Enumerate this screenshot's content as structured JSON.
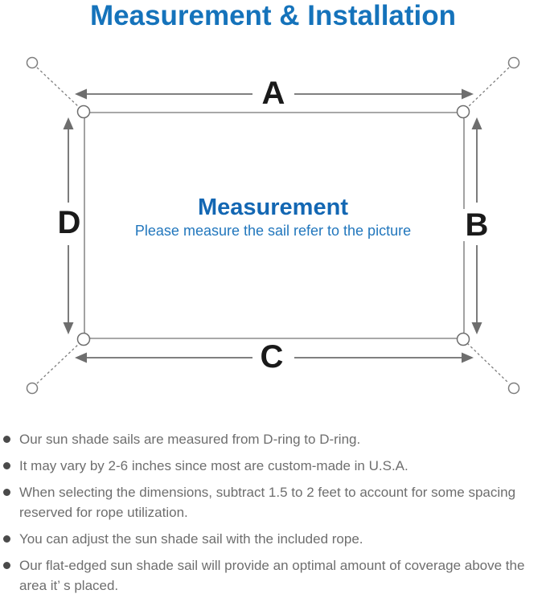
{
  "title": "Measurement & Installation",
  "diagram": {
    "labels": {
      "top": "A",
      "right": "B",
      "bottom": "C",
      "left": "D"
    },
    "center": {
      "heading": "Measurement",
      "subtitle": "Please measure the sail refer to the picture"
    }
  },
  "icons": {
    "bullet": "filled-circle",
    "anchor_point": "open-circle",
    "d_ring": "open-circle"
  },
  "colors": {
    "title_blue": "#1573bb",
    "heading_blue": "#1367b3",
    "subtitle_blue": "#2277bd",
    "sail_outline_gray": "#8c8c8c",
    "arrow_gray": "#6e6e6e",
    "note_text_gray": "#6e6e6e",
    "label_black": "#1a1a1a"
  },
  "notes": [
    {
      "text": "Our sun shade sails are measured from D-ring to D-ring."
    },
    {
      "text": "It may vary by 2-6 inches since most are custom-made in U.S.A."
    },
    {
      "text": "When selecting the dimensions, subtract 1.5 to 2 feet to account for some spacing reserved for rope utilization."
    },
    {
      "text": "You can adjust the sun shade sail with the included rope."
    },
    {
      "text": "Our flat-edged sun shade sail will provide an optimal amount of coverage above the area it’ s placed."
    }
  ]
}
